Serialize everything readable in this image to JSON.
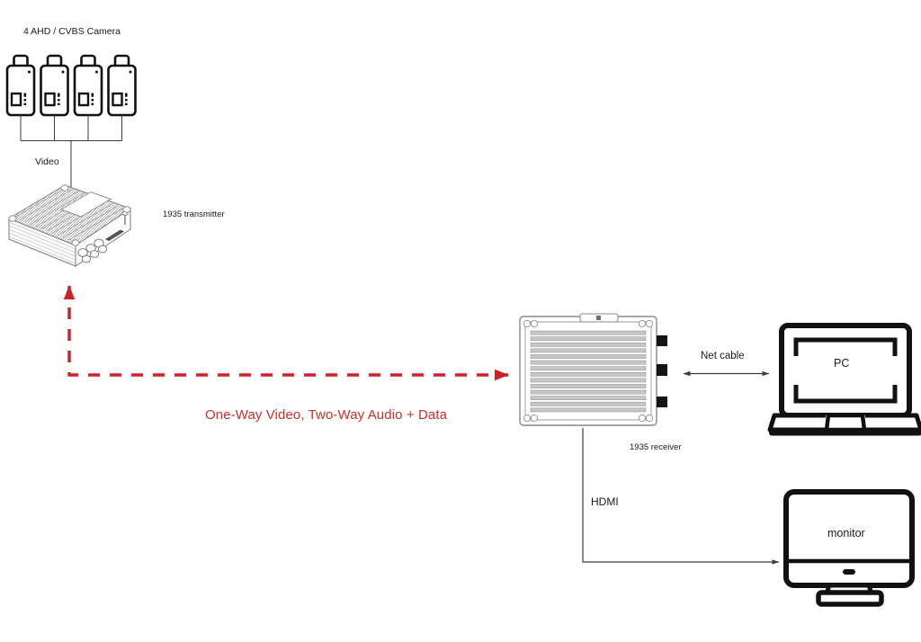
{
  "diagram": {
    "title": "Wireless video transmission system topology",
    "colors": {
      "line": "#3a3a3a",
      "device_outline": "#111111",
      "wireless_link": "#cf2027",
      "label_text": "#1a1a1a",
      "background": "#ffffff",
      "device_shading": "#9a9a9a"
    },
    "labels": {
      "cameras": "4 AHD / CVBS Camera",
      "video": "Video",
      "transmitter": "1935 transmitter",
      "receiver": "1935 receiver",
      "wireless_link": "One-Way Video, Two-Way Audio + Data",
      "net_cable": "Net cable",
      "hdmi": "HDMI",
      "pc": "PC",
      "monitor": "monitor"
    },
    "nodes": [
      {
        "id": "camera-1",
        "type": "bullet-camera",
        "label": ""
      },
      {
        "id": "camera-2",
        "type": "bullet-camera",
        "label": ""
      },
      {
        "id": "camera-3",
        "type": "bullet-camera",
        "label": ""
      },
      {
        "id": "camera-4",
        "type": "bullet-camera",
        "label": ""
      },
      {
        "id": "transmitter",
        "type": "rugged-box-isometric",
        "label": "1935 transmitter"
      },
      {
        "id": "receiver",
        "type": "rugged-box-topdown",
        "label": "1935 receiver"
      },
      {
        "id": "pc",
        "type": "laptop",
        "label": "PC"
      },
      {
        "id": "monitor",
        "type": "monitor",
        "label": "monitor"
      }
    ],
    "connections": [
      {
        "id": "cameras-to-transmitter",
        "from": "cameras",
        "to": "transmitter",
        "label": "Video",
        "style": "solid",
        "color": "#3a3a3a",
        "arrows": "none"
      },
      {
        "id": "transmitter-to-receiver",
        "from": "transmitter",
        "to": "receiver",
        "label": "One-Way Video, Two-Way Audio + Data",
        "style": "dashed",
        "color": "#cf2027",
        "arrows": "both"
      },
      {
        "id": "receiver-to-pc",
        "from": "receiver",
        "to": "pc",
        "label": "Net cable",
        "style": "solid",
        "color": "#3a3a3a",
        "arrows": "both"
      },
      {
        "id": "receiver-to-monitor",
        "from": "receiver",
        "to": "monitor",
        "label": "HDMI",
        "style": "solid",
        "color": "#3a3a3a",
        "arrows": "end"
      }
    ]
  }
}
